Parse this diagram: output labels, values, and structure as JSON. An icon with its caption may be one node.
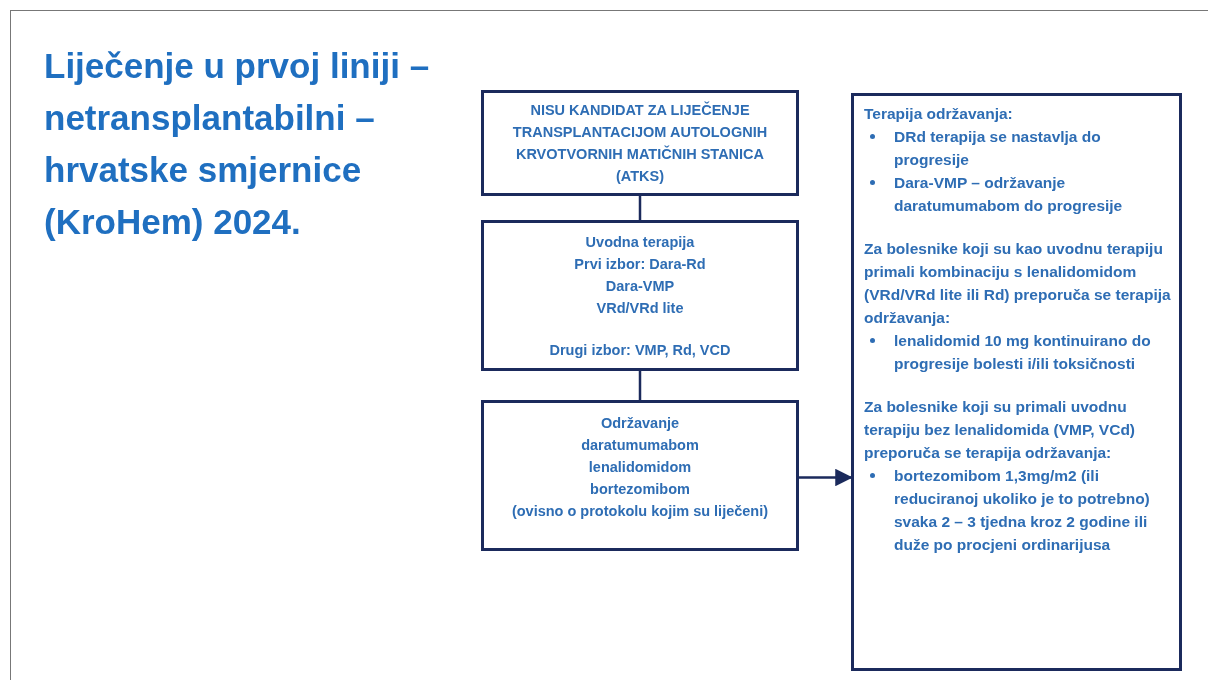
{
  "diagram": {
    "title": "Liječenje u prvoj liniji – netransplantabilni – hrvatske smjernice (KroHem) 2024.",
    "nodes": [
      {
        "text": [
          "NISU KANDIDAT ZA LIJEČENJE TRANSPLANTACIJOM AUTOLOGNIH KRVOTVORNIH MATIČNIH STANICA (ATKS)"
        ]
      },
      {
        "text": [
          "Uvodna terapija",
          "Prvi izbor: Dara-Rd",
          "Dara-VMP",
          "VRd/VRd lite",
          "Drugi izbor: VMP, Rd, VCD"
        ]
      },
      {
        "text": [
          "Održavanje",
          "daratumumabom",
          "lenalidomidom",
          "bortezomibom",
          "(ovisno o protokolu kojim su liječeni)"
        ]
      },
      {
        "text": [
          "Terapija održavanja:",
          "DRd terapija se nastavlja do progresije",
          "Dara-VMP – održavanje daratumumabom do progresije",
          "Za bolesnike koji su kao uvodnu terapiju primali kombinaciju s lenalidomidom (VRd/VRd lite ili Rd) preporuča se terapija održavanja:",
          "lenalidomid 10  mg kontinuirano do progresije bolesti i/ili toksičnosti",
          "Za bolesnike koji su primali uvodnu terapiju bez lenalidomida (VMP, VCd) preporuča se terapija održavanja:",
          "bortezomibom 1,3mg/m2 (ili reduciranoj ukoliko je to potrebno) svaka 2 – 3 tjedna kroz 2 godine ili duže po procjeni ordinarijusa"
        ]
      }
    ],
    "edges": [
      {
        "from": 0,
        "to": 1,
        "arrow": "none"
      },
      {
        "from": 1,
        "to": 2,
        "arrow": "none"
      },
      {
        "from": 2,
        "to": 3,
        "arrow": "to"
      }
    ]
  }
}
